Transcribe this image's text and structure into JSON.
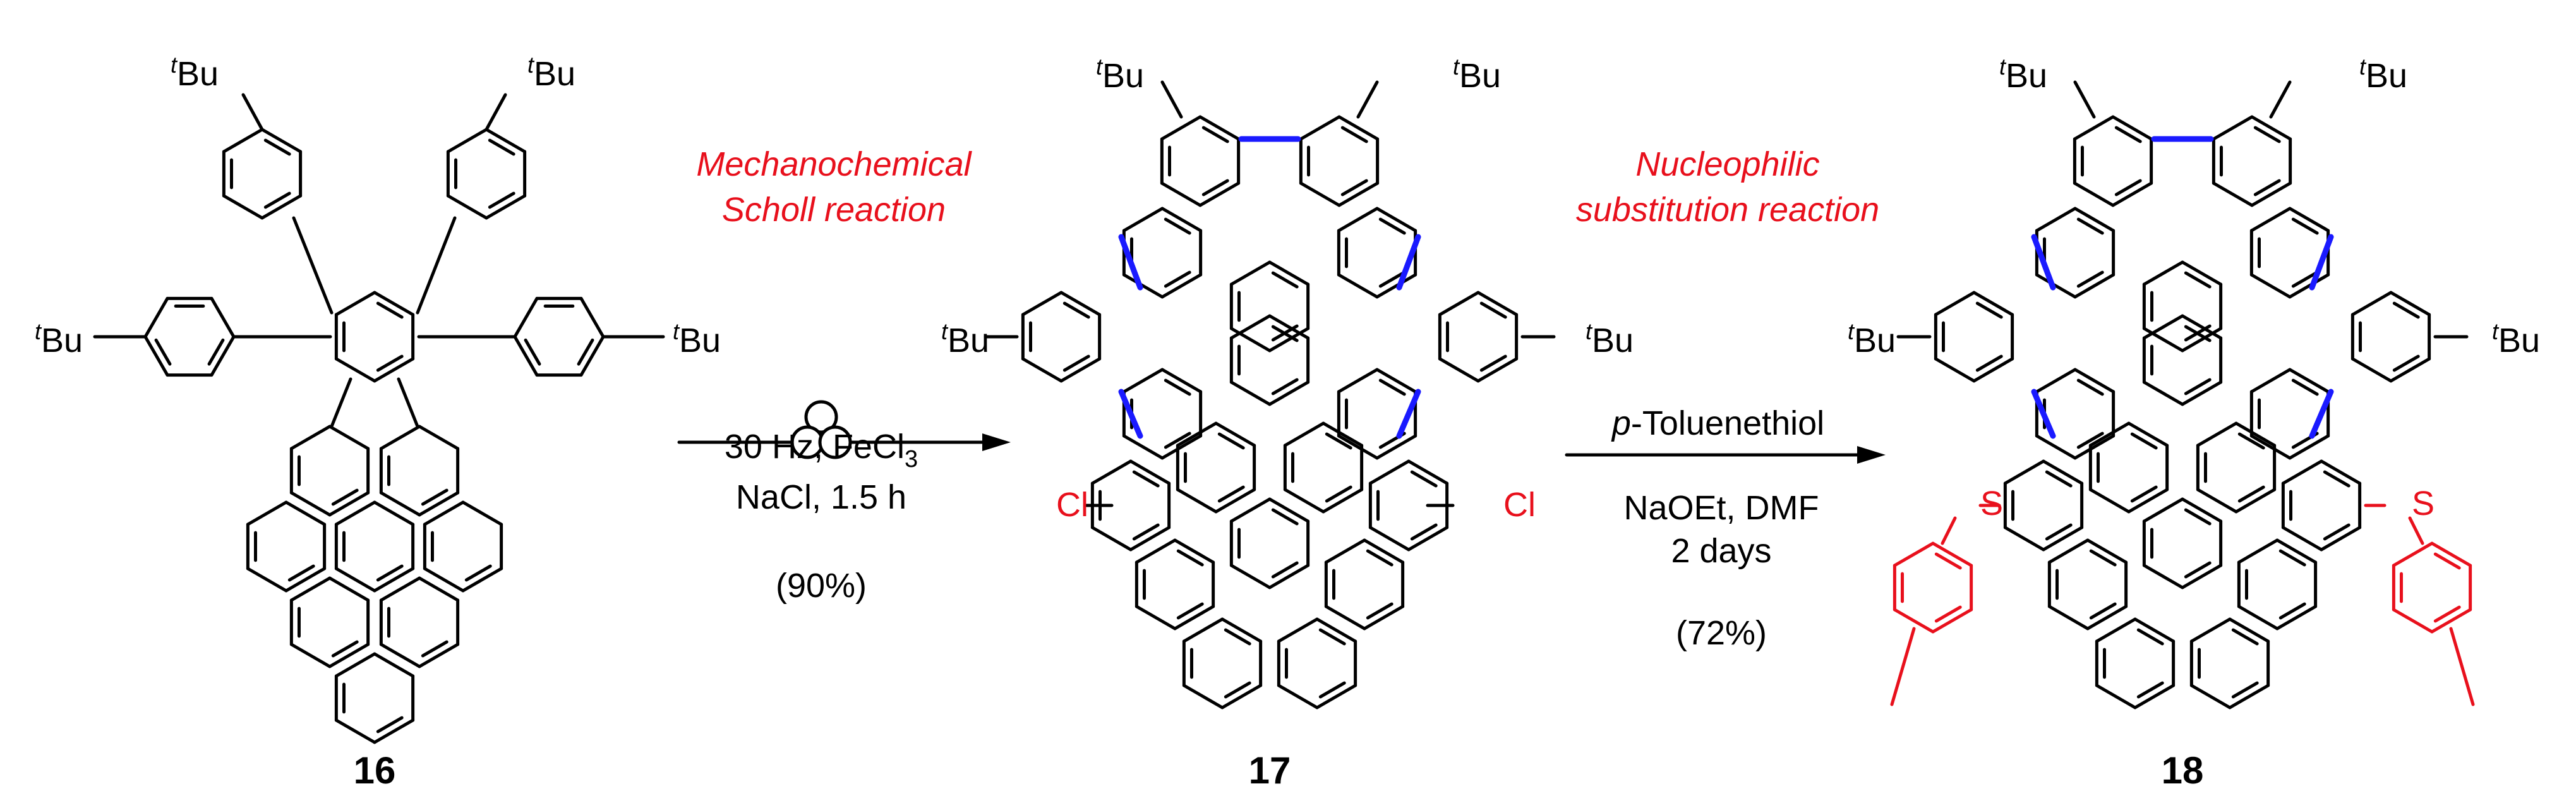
{
  "compounds": [
    {
      "number": "16",
      "substituent": "Bu",
      "prefix": "t"
    },
    {
      "number": "17",
      "substituent": "Bu",
      "prefix": "t",
      "halogen": "Cl"
    },
    {
      "number": "18",
      "substituent": "Bu",
      "prefix": "t",
      "heteroatom": "S"
    }
  ],
  "step1": {
    "title_line1": "Mechanochemical",
    "title_line2": "Scholl reaction",
    "condition1_prefix": "30 Hz, FeCl",
    "condition1_sub": "3",
    "condition2": "NaCl, 1.5 h",
    "yield": "(90%)"
  },
  "step2": {
    "title_line1": "Nucleophilic",
    "title_line2": "substitution reaction",
    "reagent_italic": "p",
    "reagent_rest": "-Toluenethiol",
    "condition1": "NaOEt, DMF",
    "condition2": "2 days",
    "yield": "(72%)"
  },
  "colors": {
    "new_bond": "#1a1aff",
    "highlight": "#e8101c",
    "bond": "#000000"
  }
}
